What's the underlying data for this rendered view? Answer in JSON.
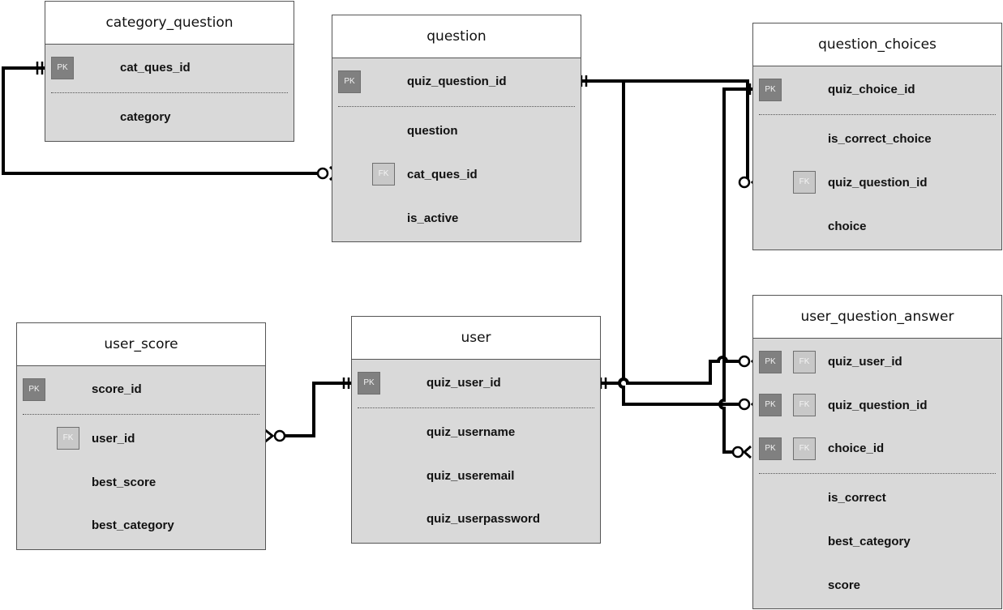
{
  "entities": {
    "category_question": {
      "title": "category_question",
      "pk_label": "PK",
      "attrs": [
        "cat_ques_id",
        "category"
      ]
    },
    "question": {
      "title": "question",
      "pk_label": "PK",
      "fk_label": "FK",
      "attrs": [
        "quiz_question_id",
        "question",
        "cat_ques_id",
        "is_active"
      ]
    },
    "question_choices": {
      "title": "question_choices",
      "pk_label": "PK",
      "fk_label": "FK",
      "attrs": [
        "quiz_choice_id",
        "is_correct_choice",
        "quiz_question_id",
        "choice"
      ]
    },
    "user_score": {
      "title": "user_score",
      "pk_label": "PK",
      "fk_label": "FK",
      "attrs": [
        "score_id",
        "user_id",
        "best_score",
        "best_category"
      ]
    },
    "user": {
      "title": "user",
      "pk_label": "PK",
      "attrs": [
        "quiz_user_id",
        "quiz_username",
        "quiz_useremail",
        "quiz_userpassword"
      ]
    },
    "user_question_answer": {
      "title": "user_question_answer",
      "pk_label": "PK",
      "fk_label": "FK",
      "attrs": [
        "quiz_user_id",
        "quiz_question_id",
        "choice_id",
        "is_correct",
        "best_category",
        "score"
      ]
    }
  }
}
